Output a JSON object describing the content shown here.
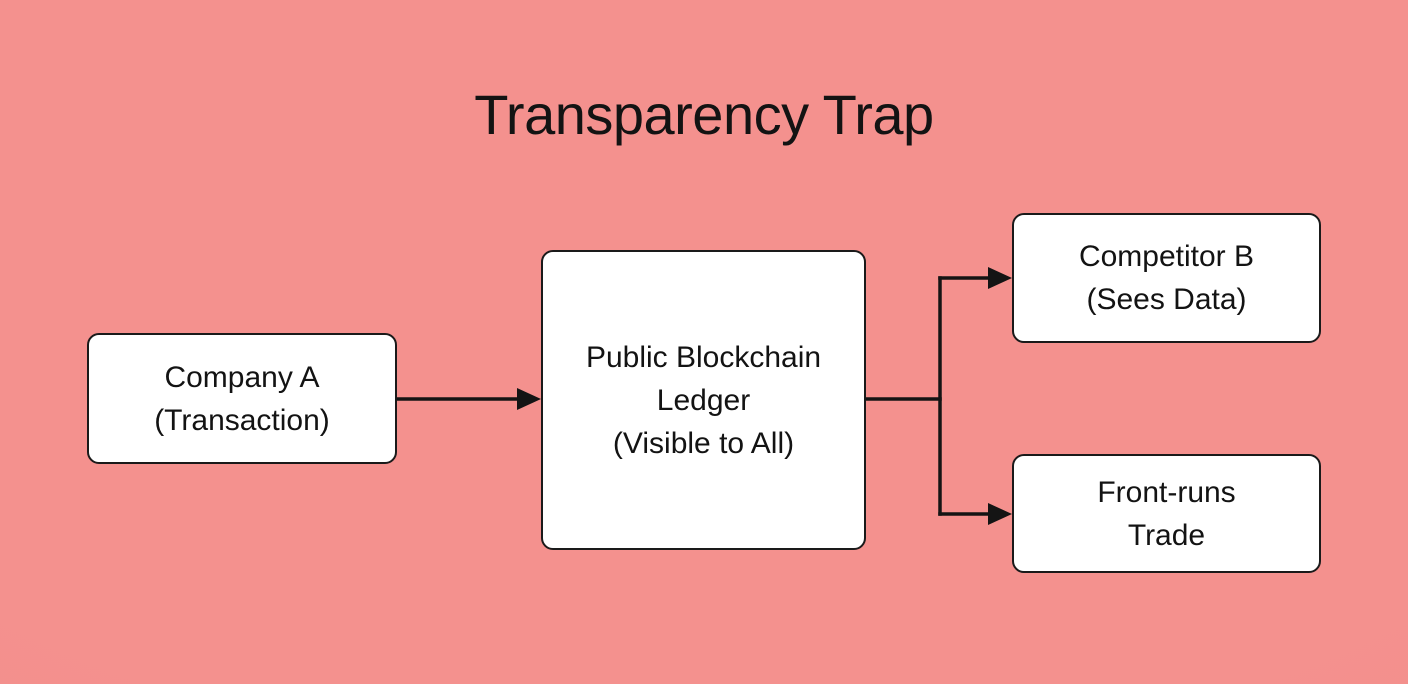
{
  "theme": {
    "background": "#f4918e",
    "background_edge": "#ef8a87",
    "node_fill": "#ffffff",
    "node_border": "#1a1a1a",
    "text_color": "#131313",
    "connector_color": "#141414"
  },
  "title": "Transparency Trap",
  "nodes": {
    "company_a": {
      "label": "Company A\n(Transaction)"
    },
    "ledger": {
      "label": "Public Blockchain\nLedger\n(Visible to All)"
    },
    "competitor_b": {
      "label": "Competitor B\n(Sees Data)"
    },
    "front_runs": {
      "label": "Front-runs\nTrade"
    }
  },
  "edges": [
    {
      "from": "company_a",
      "to": "ledger",
      "style": "arrow"
    },
    {
      "from": "ledger",
      "to": "competitor_b",
      "style": "arrow"
    },
    {
      "from": "ledger",
      "to": "front_runs",
      "style": "arrow"
    }
  ]
}
